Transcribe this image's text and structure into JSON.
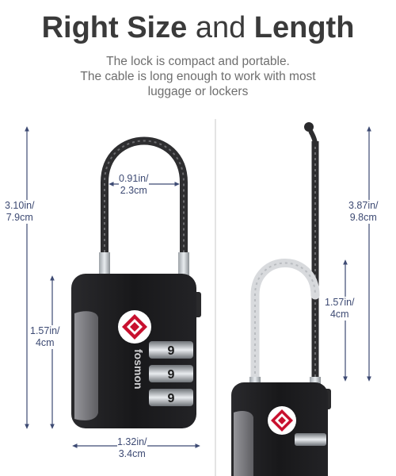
{
  "headline": {
    "word1": "Right Size",
    "word2": "and",
    "word3": "Length"
  },
  "subtitle": {
    "line1": "The lock is compact and portable.",
    "line2": "The cable is long enough to work with most",
    "line3": "luggage or lockers"
  },
  "dimensions": {
    "total_height": "3.10in/\n7.9cm",
    "shackle_width": "0.91in/\n2.3cm",
    "body_height": "1.57in/\n4cm",
    "body_width": "1.32in/\n3.4cm",
    "extended_length": "3.87in/\n9.8cm",
    "loop_height": "1.57in/\n4cm"
  },
  "brand": {
    "logo_text": "fosmon"
  },
  "dials": {
    "digits": [
      "9",
      "9",
      "9"
    ]
  },
  "colors": {
    "arrow": "#3d4a73",
    "lock_body": "#1c1c1e",
    "side_grip": "#7a7a7e",
    "tsa_red": "#c8102e"
  }
}
